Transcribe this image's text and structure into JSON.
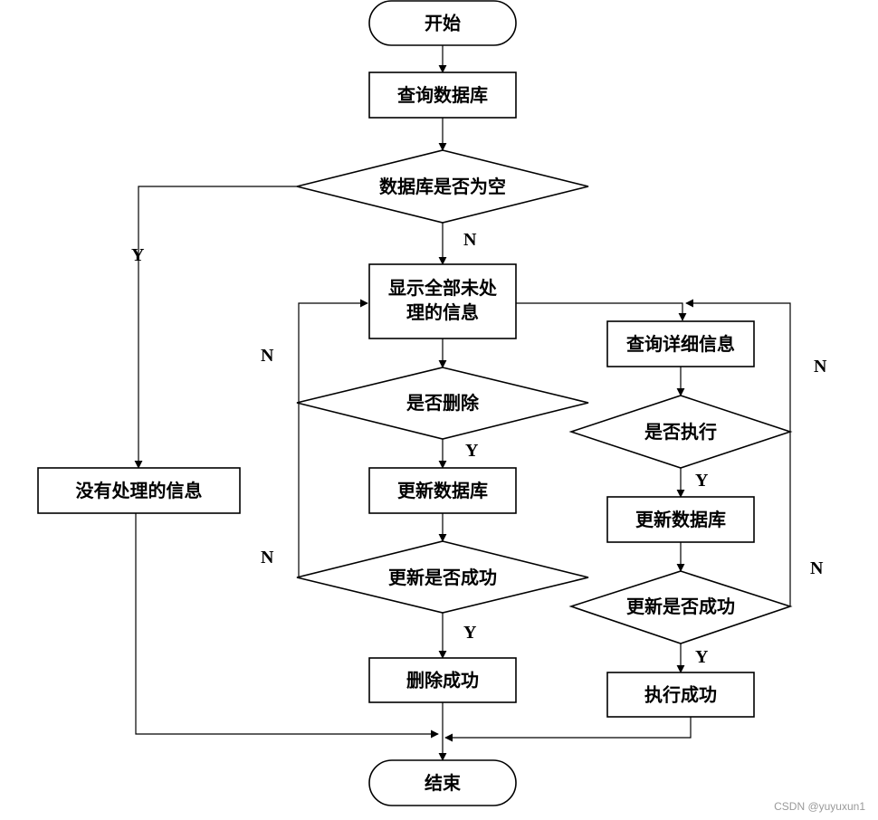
{
  "nodes": {
    "start": "开始",
    "query_db": "查询数据库",
    "db_empty": "数据库是否为空",
    "show_all_1": "显示全部未处",
    "show_all_2": "理的信息",
    "no_info": "没有处理的信息",
    "delete_q": "是否删除",
    "update_db_left": "更新数据库",
    "update_ok_left": "更新是否成功",
    "delete_ok": "删除成功",
    "query_detail": "查询详细信息",
    "execute_q": "是否执行",
    "update_db_right": "更新数据库",
    "update_ok_right": "更新是否成功",
    "execute_ok": "执行成功",
    "end": "结束"
  },
  "labels": {
    "yes": "Y",
    "no": "N"
  },
  "watermark": "CSDN @yuyuxun1"
}
